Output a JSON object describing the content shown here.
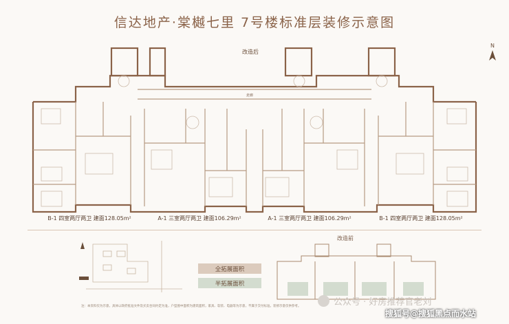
{
  "header": {
    "title": "信达地产·棠樾七里   7号楼标准层装修示意图"
  },
  "plan": {
    "renovated_label": "改造后",
    "corridor_label": "走廊"
  },
  "units": [
    {
      "label": "B-1 四室两厅两卫  建面128.05m²"
    },
    {
      "label": "A-1 三室两厅两卫  建面106.29m²"
    },
    {
      "label": "A-1 三室两厅两卫  建面106.29m²"
    },
    {
      "label": "B-1 四室两厅两卫  建面128.05m²"
    }
  ],
  "legend": {
    "full": "全拓展面积",
    "half": "半拓展面积"
  },
  "before": {
    "label": "改造前"
  },
  "compass": {
    "north": "N"
  },
  "footnote": "注：本资料仅为示意，具体以政府批准文件及买卖合同约定为准，户型图中面积为建筑面积，家具、软装、电器等为示意，不属于交付标准，装修示意仅供参考。",
  "watermark": {
    "text": "公众号 · 好房推荐官老刘",
    "sohu": "搜狐号@搜狐黑点而水站"
  },
  "colors": {
    "wall": "#8a6248",
    "thin": "#c9b5a3",
    "accent": "#8a6248"
  }
}
